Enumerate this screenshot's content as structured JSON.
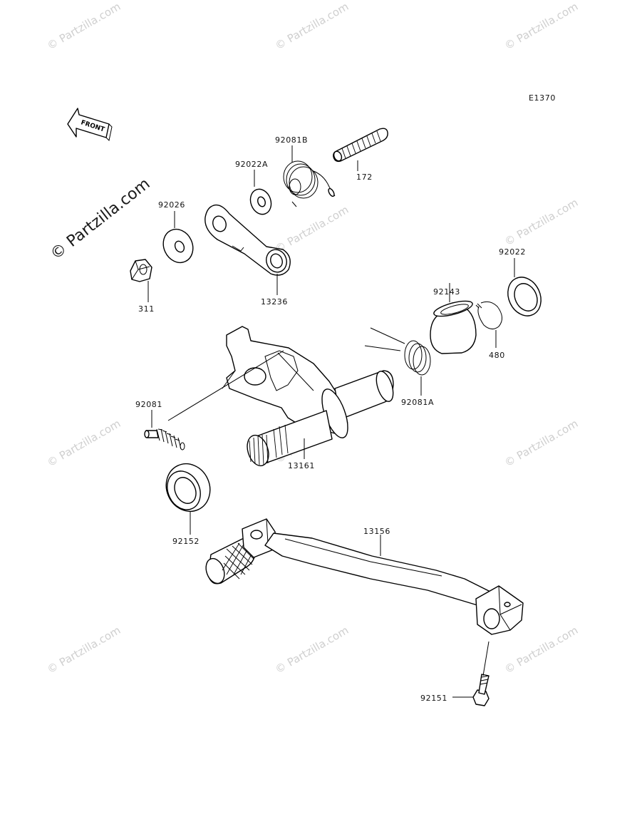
{
  "diagram": {
    "code": "E1370",
    "front_label": "FRONT",
    "watermark_text": "© Partzilla.com",
    "watermark_main": "© Partzilla.com",
    "parts": [
      {
        "id": "92081B",
        "label": "92081B"
      },
      {
        "id": "92022A",
        "label": "92022A"
      },
      {
        "id": "172",
        "label": "172"
      },
      {
        "id": "92026",
        "label": "92026"
      },
      {
        "id": "92022",
        "label": "92022"
      },
      {
        "id": "311",
        "label": "311"
      },
      {
        "id": "13236",
        "label": "13236"
      },
      {
        "id": "92143",
        "label": "92143"
      },
      {
        "id": "480",
        "label": "480"
      },
      {
        "id": "92081A",
        "label": "92081A"
      },
      {
        "id": "92081",
        "label": "92081"
      },
      {
        "id": "13161",
        "label": "13161"
      },
      {
        "id": "92152",
        "label": "92152"
      },
      {
        "id": "13156",
        "label": "13156"
      },
      {
        "id": "92151",
        "label": "92151"
      }
    ]
  }
}
